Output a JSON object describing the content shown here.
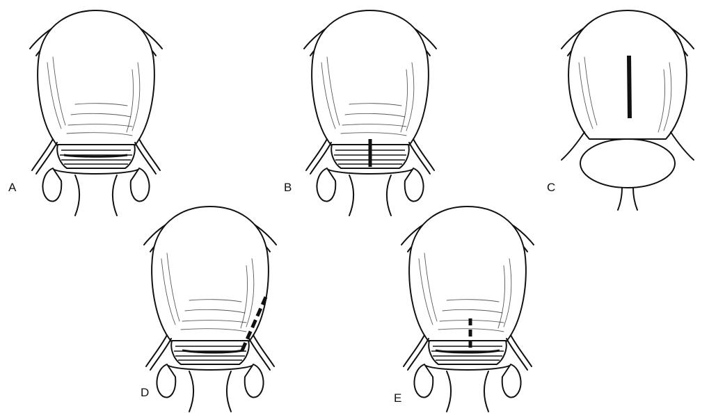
{
  "figure": {
    "panels": [
      {
        "label": "A",
        "incision_type": "low-transverse"
      },
      {
        "label": "B",
        "incision_type": "low-vertical"
      },
      {
        "label": "C",
        "incision_type": "classical-vertical"
      },
      {
        "label": "D",
        "incision_type": "J-shaped"
      },
      {
        "label": "E",
        "incision_type": "T-shaped"
      }
    ],
    "colors": {
      "line": "#111111",
      "background": "#ffffff"
    }
  }
}
